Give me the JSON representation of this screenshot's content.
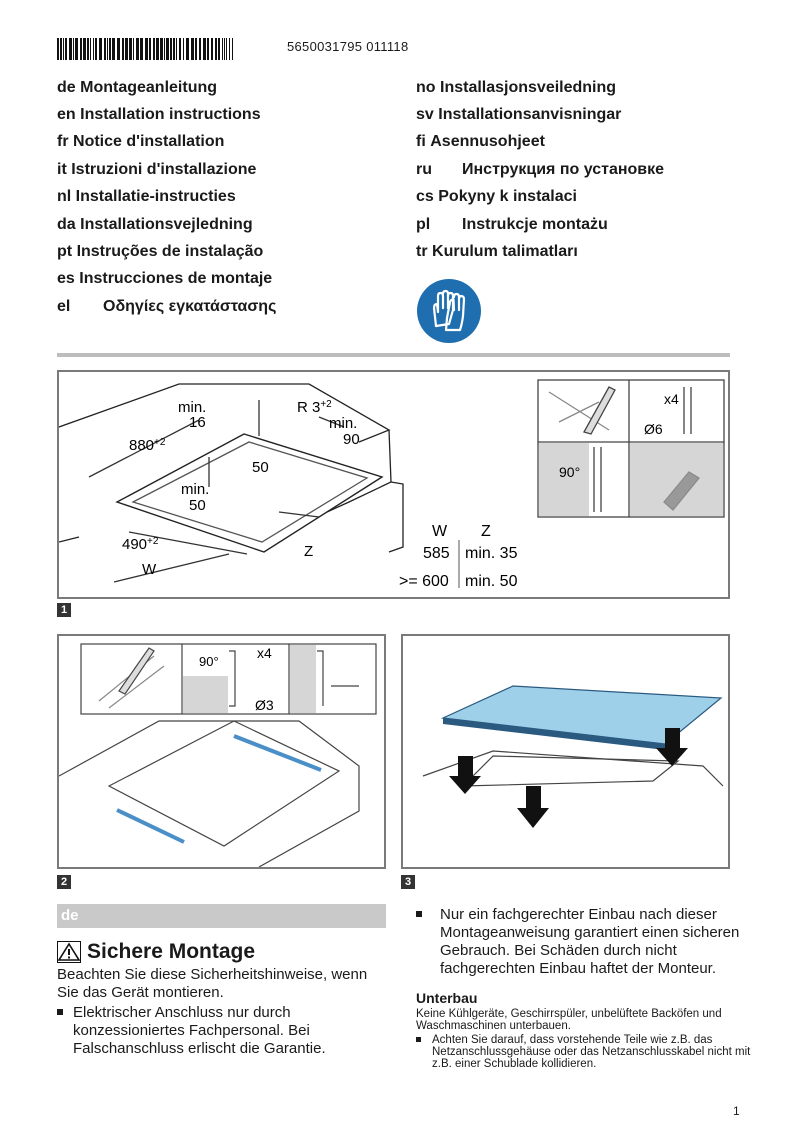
{
  "header": {
    "product_code": "5650031795 011118"
  },
  "languages_left": [
    {
      "code": "de",
      "title": "Montageanleitung",
      "spaced": false
    },
    {
      "code": "en",
      "title": "Installation instructions",
      "spaced": false
    },
    {
      "code": "fr",
      "title": "Notice d'installation",
      "spaced": false
    },
    {
      "code": "it",
      "title": "Istruzioni d'installazione",
      "spaced": false
    },
    {
      "code": "nl",
      "title": "Installatie-instructies",
      "spaced": false
    },
    {
      "code": "da",
      "title": "Installationsvejledning",
      "spaced": false
    },
    {
      "code": "pt",
      "title": "Instruções de instalação",
      "spaced": false
    },
    {
      "code": "es",
      "title": "Instrucciones de montaje",
      "spaced": false
    },
    {
      "code": "el",
      "title": "Οδηγίες εγκατάστασης",
      "spaced": true
    }
  ],
  "languages_right": [
    {
      "code": "no",
      "title": "Installasjonsveiledning",
      "spaced": false
    },
    {
      "code": "sv",
      "title": "Installationsanvisningar",
      "spaced": false
    },
    {
      "code": "fi",
      "title": "Asennusohjeet",
      "spaced": false
    },
    {
      "code": "ru",
      "title": "Инструкция по установке",
      "spaced": true
    },
    {
      "code": "cs",
      "title": "Pokyny k instalaci",
      "spaced": false
    },
    {
      "code": "pl",
      "title": "Instrukcje montażu",
      "spaced": true
    },
    {
      "code": "tr",
      "title": "Kurulum talimatları",
      "spaced": false
    }
  ],
  "icons": {
    "gloves": "gloves-icon",
    "warning": "warning-icon"
  },
  "colors": {
    "accent_blue": "#1f6fb0",
    "glass_blue": "#9fd0ea",
    "rail_blue": "#4a8fc8",
    "gray_rule": "#bdbdbd",
    "de_bar": "#c9c9c9"
  },
  "figures": {
    "fig1": {
      "number": "1",
      "labels": {
        "min16": "min.\n16",
        "r3": "R 3",
        "r3_sup": "+2",
        "min90": "min.\n90",
        "w880": "880",
        "w880_sup": "+2",
        "d50": "50",
        "min50": "min.\n50",
        "w490": "490",
        "w490_sup": "+2",
        "w": "W",
        "z": "Z",
        "x4": "x4",
        "o6": "Ø6",
        "deg90": "90°"
      },
      "table": {
        "headers": [
          "W",
          "Z"
        ],
        "rows": [
          [
            "585",
            "min. 35"
          ],
          [
            ">= 600",
            "min. 50"
          ]
        ]
      }
    },
    "fig2": {
      "number": "2",
      "labels": {
        "deg90": "90°",
        "x4": "x4",
        "o3": "Ø3"
      }
    },
    "fig3": {
      "number": "3"
    }
  },
  "section": {
    "lang_tag": "de",
    "heading": "Sichere Montage",
    "intro": "Beachten Sie diese Sicherheitshinweise, wenn Sie das Gerät montieren.",
    "bullets_left": [
      "Elektrischer Anschluss nur durch konzessioniertes Fachpersonal. Bei Falschanschluss erlischt die Garantie."
    ],
    "bullets_right": [
      "Nur ein fachgerechter Einbau nach dieser Montageanweisung garantiert einen sicheren Gebrauch. Bei Schäden durch nicht fachgerechten Einbau haftet der Monteur."
    ],
    "subheading": "Unterbau",
    "sub_text": "Keine Kühlgeräte, Geschirrspüler, unbelüftete Backöfen und Waschmaschinen unterbauen.",
    "sub_bullets": [
      "Achten Sie darauf, dass vorstehende Teile wie z.B. das Netzanschlussgehäuse oder das Netzanschlusskabel nicht mit z.B. einer Schublade kollidieren."
    ]
  },
  "footer": {
    "page_number": "1"
  }
}
